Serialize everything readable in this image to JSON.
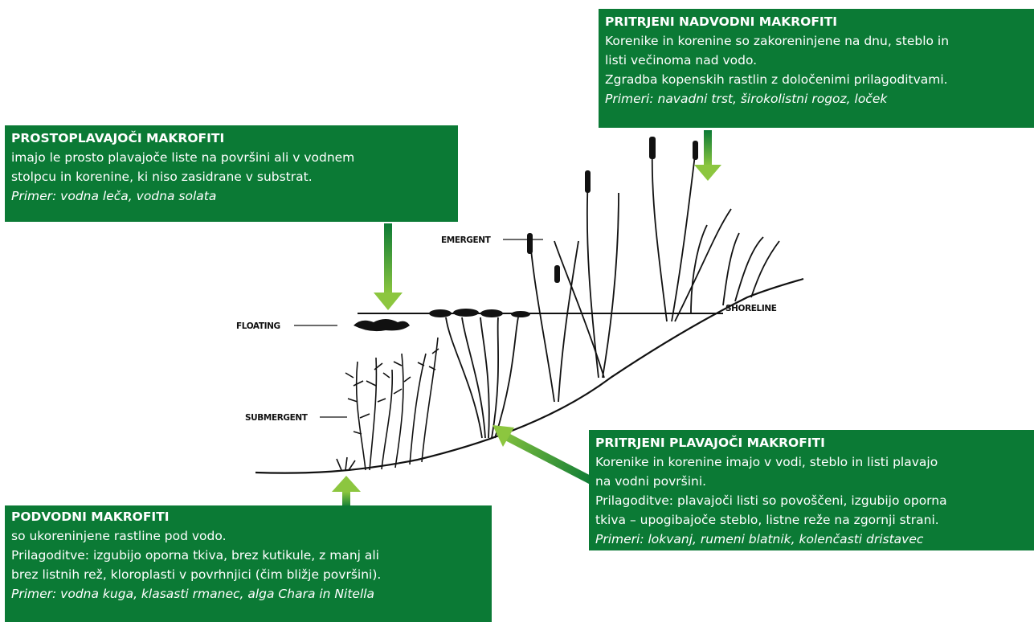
{
  "colors": {
    "box_bg": "#0b7a35",
    "box_text": "#ffffff",
    "arrow_top": "#0b7a35",
    "arrow_bottom": "#8cc63f"
  },
  "boxes": {
    "emergent": {
      "title": "PRITRJENI NADVODNI MAKROFITI",
      "lines": [
        "Korenike in korenine so zakoreninjene na dnu, steblo in",
        "listi večinoma nad vodo.",
        "Zgradba kopenskih rastlin z določenimi prilagoditvami."
      ],
      "example": "Primeri: navadni trst, širokolistni rogoz, loček"
    },
    "free_floating": {
      "title": "PROSTOPLAVAJOČI MAKROFITI",
      "lines": [
        "imajo le prosto plavajoče liste na površini ali v vodnem",
        "stolpcu in korenine, ki niso zasidrane v substrat."
      ],
      "example": "Primer: vodna leča, vodna solata"
    },
    "attached_floating": {
      "title": "PRITRJENI PLAVAJOČI MAKROFITI",
      "lines": [
        "Korenike in korenine imajo v vodi, steblo in listi plavajo",
        "na vodni površini.",
        "Prilagoditve: plavajoči listi so povoščeni, izgubijo oporna",
        "tkiva – upogibajoče steblo, listne reže na zgornji strani."
      ],
      "example": "Primeri: lokvanj, rumeni blatnik, kolenčasti dristavec"
    },
    "submerged": {
      "title": "PODVODNI MAKROFITI",
      "lines": [
        "so ukoreninjene rastline pod vodo.",
        "Prilagoditve: izgubijo oporna tkiva, brez kutikule, z manj ali",
        "brez listnih rež, kloroplasti v povrhnjici (čim bližje površini)."
      ],
      "example": "Primer: vodna kuga, klasasti rmanec, alga Chara in Nitella"
    }
  },
  "diagram_labels": {
    "emergent": "EMERGENT",
    "floating": "FLOATING",
    "shoreline": "SHORELINE",
    "submergent": "SUBMERGENT"
  }
}
